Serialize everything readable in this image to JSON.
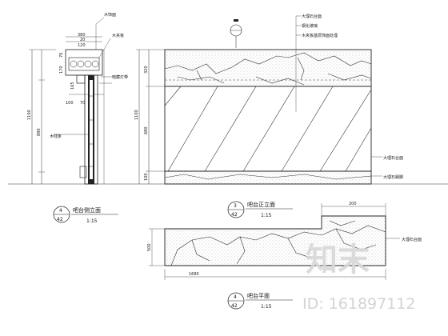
{
  "left_view": {
    "title": "吧台侧立面",
    "scale": "1:15",
    "bubble_top": "4",
    "bubble_bottom": "42",
    "dims": {
      "d380": "380",
      "d20": "20",
      "d120": "120",
      "d100": "100",
      "d70": "70",
      "d170": "170",
      "d165": "165",
      "d100b": "100",
      "d70b": "70",
      "d1100": "1100",
      "d890": "890"
    },
    "notes": {
      "mdf1": "木饰面",
      "mdf2": "木夹板",
      "light": "暗藏灯带",
      "strip": "木线条"
    }
  },
  "front_view": {
    "title": "吧台正立面",
    "scale": "1:15",
    "bubble_top": "3",
    "bubble_bottom": "42",
    "section_bubble_top": "",
    "section_bubble_bottom": "",
    "dims": {
      "left_total": "1100",
      "top_part": "320",
      "mid_part": "680",
      "bottom_part": "100"
    },
    "notes": {
      "n1": "大理石台面",
      "n2": "钢化玻璃",
      "n3": "木夹板基层饰面处理",
      "n4": "大理石台面",
      "n5": "大理石踢脚"
    }
  },
  "plan_view": {
    "title": "吧台平面",
    "scale": "1:15",
    "bubble_top": "4",
    "bubble_bottom": "42",
    "dims": {
      "width": "1680",
      "depth": "500",
      "top_seg": "200"
    },
    "notes": {
      "n1": "大理石台面"
    }
  },
  "watermark": {
    "text": "知末",
    "id": "ID: 161897112"
  }
}
